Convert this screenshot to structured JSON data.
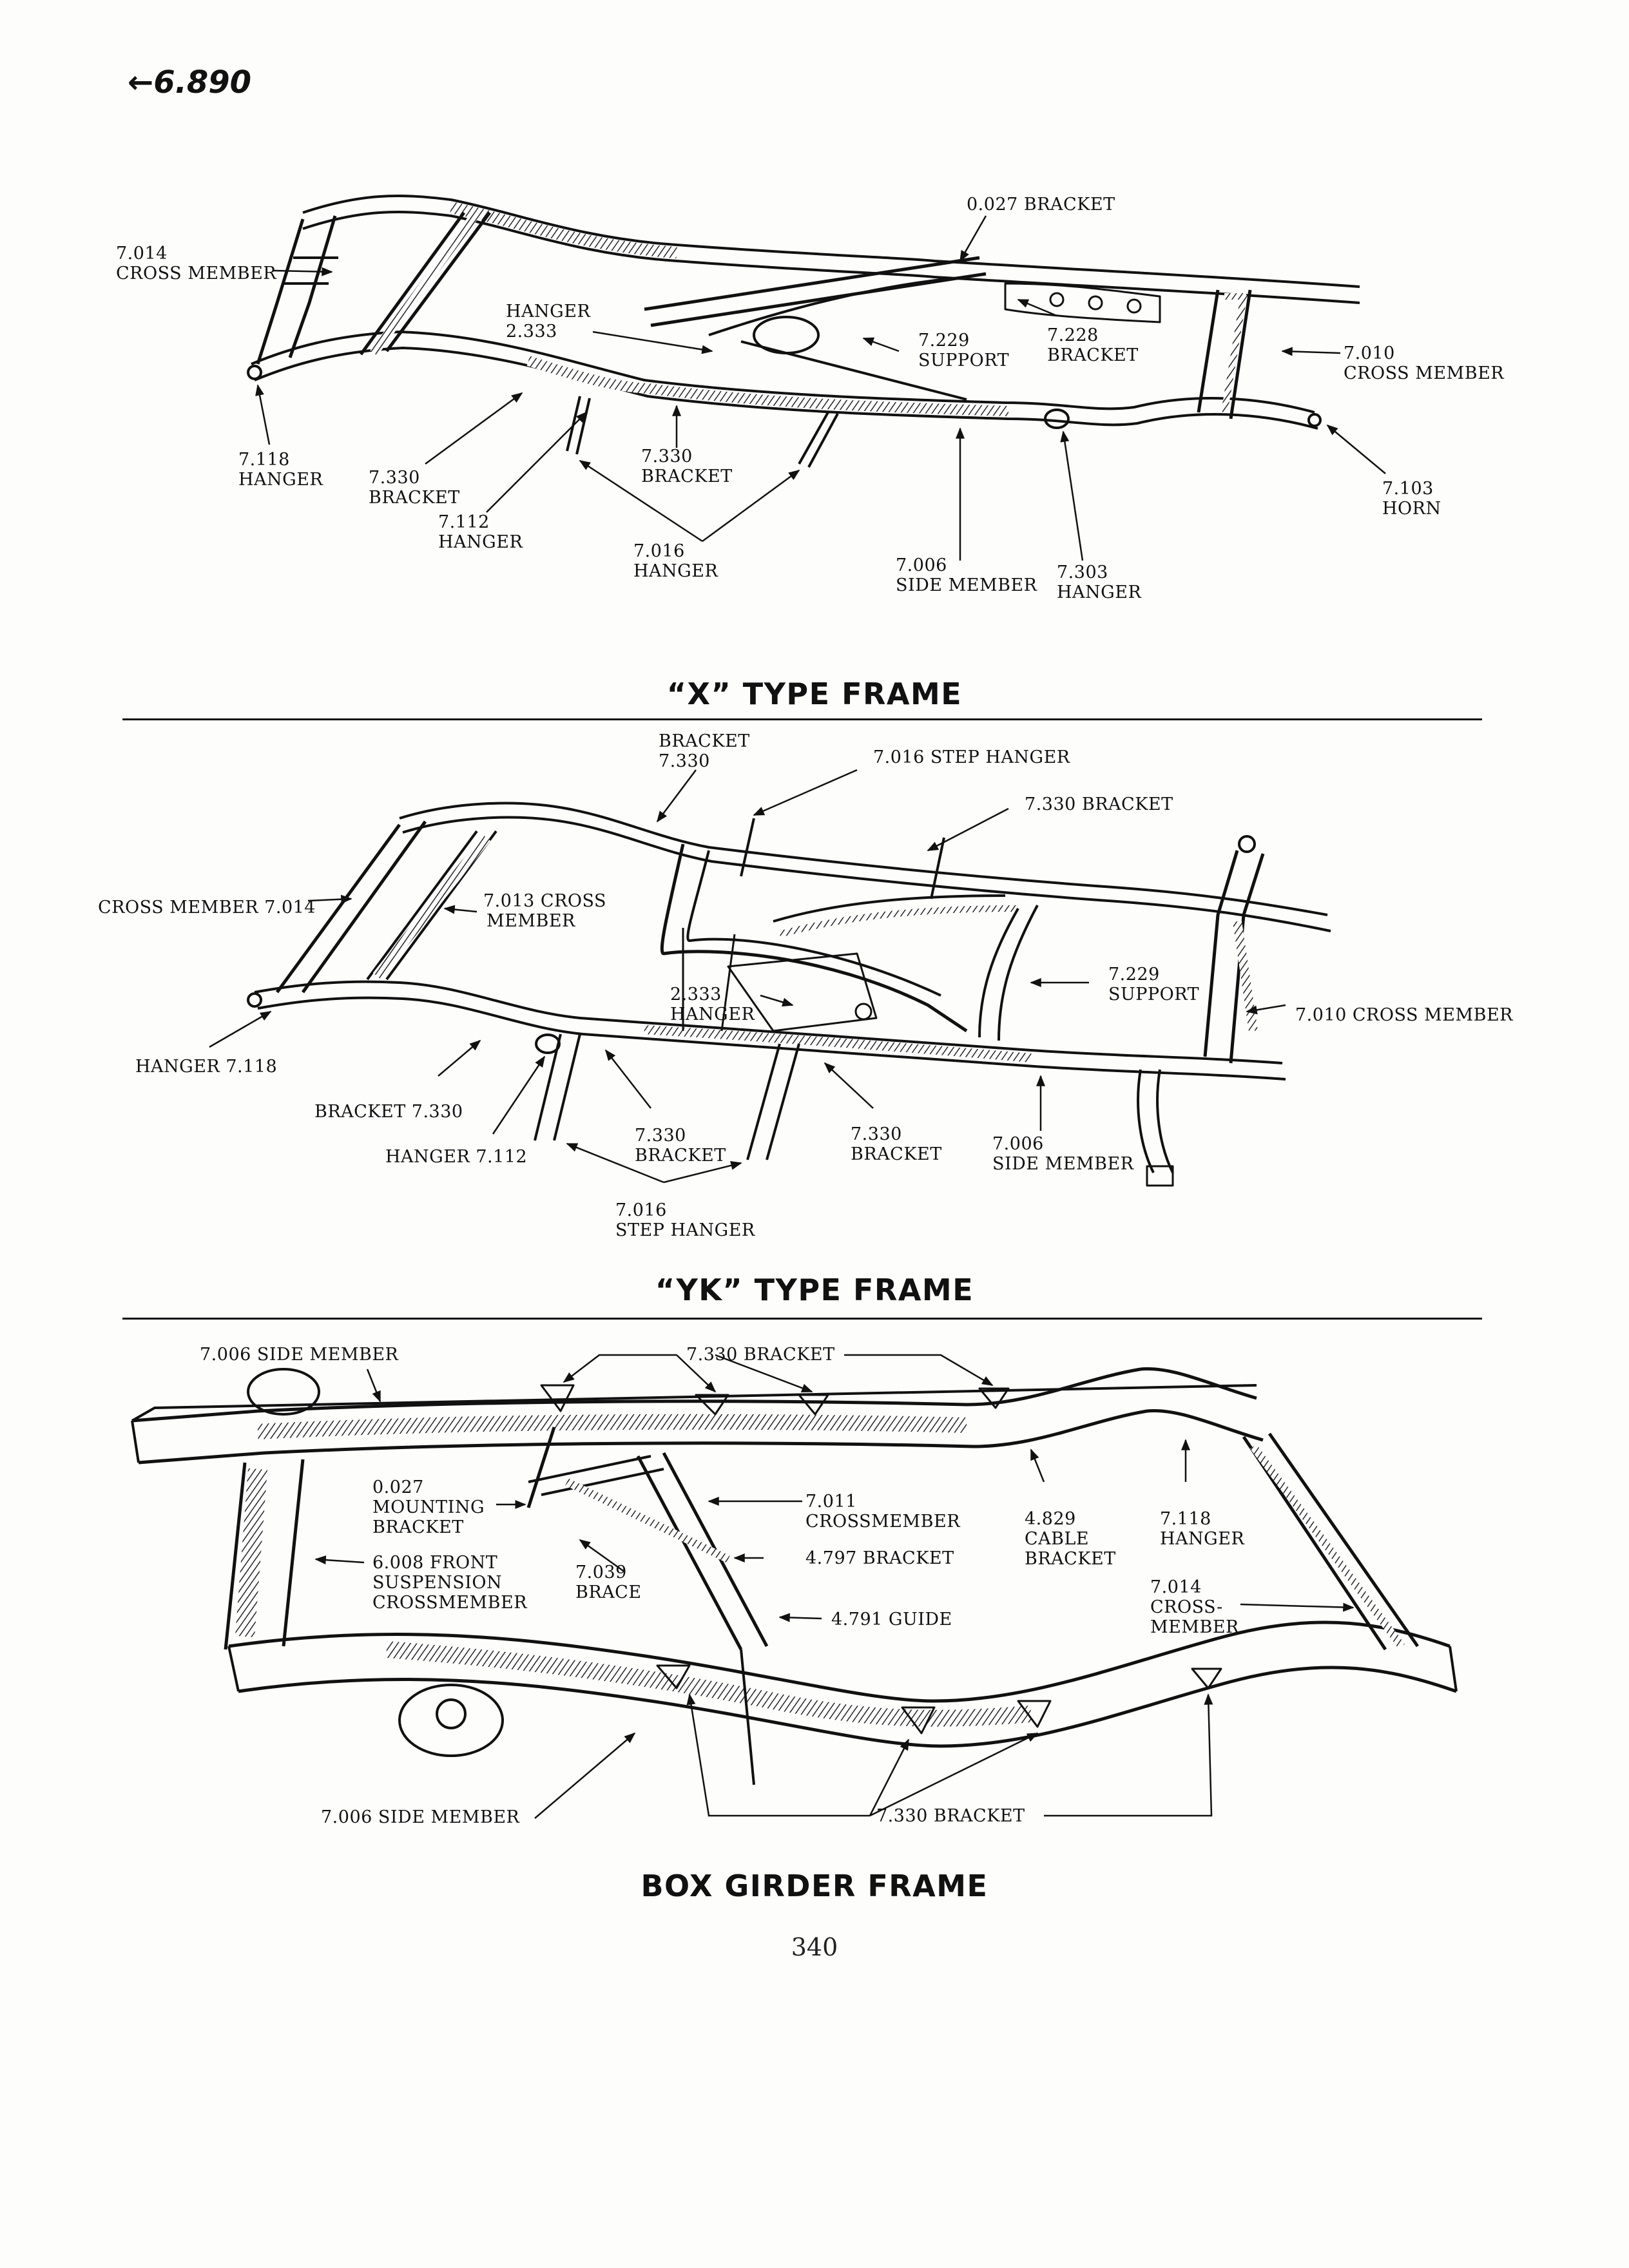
{
  "page_ref": "←6.890",
  "page_number": "340",
  "figures": [
    {
      "caption": "“X” TYPE FRAME",
      "labels": [
        {
          "id": "x-bracket-0027",
          "lines": [
            "0.027 BRACKET"
          ]
        },
        {
          "id": "x-cross-7014",
          "lines": [
            "7.014",
            "CROSS MEMBER"
          ]
        },
        {
          "id": "x-hanger-2333",
          "lines": [
            "HANGER",
            "2.333"
          ]
        },
        {
          "id": "x-support-7229",
          "lines": [
            "7.229",
            "SUPPORT"
          ]
        },
        {
          "id": "x-bracket-7228",
          "lines": [
            "7.228",
            "BRACKET"
          ]
        },
        {
          "id": "x-cross-7010",
          "lines": [
            "7.010",
            "CROSS MEMBER"
          ]
        },
        {
          "id": "x-hanger-7118",
          "lines": [
            "7.118",
            "HANGER"
          ]
        },
        {
          "id": "x-bracket-7330a",
          "lines": [
            "7.330",
            "BRACKET"
          ]
        },
        {
          "id": "x-bracket-7330b",
          "lines": [
            "7.330",
            "BRACKET"
          ]
        },
        {
          "id": "x-hanger-7112",
          "lines": [
            "7.112",
            "HANGER"
          ]
        },
        {
          "id": "x-hanger-7016",
          "lines": [
            "7.016",
            "HANGER"
          ]
        },
        {
          "id": "x-side-7006",
          "lines": [
            "7.006",
            "SIDE MEMBER"
          ]
        },
        {
          "id": "x-hanger-7303",
          "lines": [
            "7.303",
            "HANGER"
          ]
        },
        {
          "id": "x-horn-7103",
          "lines": [
            "7.103",
            "HORN"
          ]
        }
      ]
    },
    {
      "caption": "“YK” TYPE FRAME",
      "labels": [
        {
          "id": "yk-bracket-7330a",
          "lines": [
            "BRACKET",
            "7.330"
          ]
        },
        {
          "id": "yk-step-7016a",
          "lines": [
            "7.016 STEP HANGER"
          ]
        },
        {
          "id": "yk-bracket-7330b",
          "lines": [
            "7.330 BRACKET"
          ]
        },
        {
          "id": "yk-cross-7014",
          "lines": [
            "CROSS MEMBER 7.014"
          ]
        },
        {
          "id": "yk-cross-7013",
          "lines": [
            "7.013 CROSS",
            "MEMBER"
          ]
        },
        {
          "id": "yk-support-7229",
          "lines": [
            "7.229",
            "SUPPORT"
          ]
        },
        {
          "id": "yk-hanger-2333",
          "lines": [
            "2.333",
            "HANGER"
          ]
        },
        {
          "id": "yk-cross-7010",
          "lines": [
            "7.010 CROSS MEMBER"
          ]
        },
        {
          "id": "yk-hanger-7118",
          "lines": [
            "HANGER 7.118"
          ]
        },
        {
          "id": "yk-bracket-7330c",
          "lines": [
            "BRACKET 7.330"
          ]
        },
        {
          "id": "yk-hanger-7112",
          "lines": [
            "HANGER 7.112"
          ]
        },
        {
          "id": "yk-bracket-7330d",
          "lines": [
            "7.330",
            "BRACKET"
          ]
        },
        {
          "id": "yk-bracket-7330e",
          "lines": [
            "7.330",
            "BRACKET"
          ]
        },
        {
          "id": "yk-side-7006",
          "lines": [
            "7.006",
            "SIDE MEMBER"
          ]
        },
        {
          "id": "yk-step-7016b",
          "lines": [
            "7.016",
            "STEP HANGER"
          ]
        }
      ]
    },
    {
      "caption": "BOX GIRDER FRAME",
      "labels": [
        {
          "id": "bg-side-7006a",
          "lines": [
            "7.006 SIDE MEMBER"
          ]
        },
        {
          "id": "bg-bracket-7330a",
          "lines": [
            "7.330 BRACKET"
          ]
        },
        {
          "id": "bg-mount-0027",
          "lines": [
            "0.027",
            "MOUNTING",
            "BRACKET"
          ]
        },
        {
          "id": "bg-cross-7011",
          "lines": [
            "7.011",
            "CROSSMEMBER"
          ]
        },
        {
          "id": "bg-cable-4829",
          "lines": [
            "4.829",
            "CABLE",
            "BRACKET"
          ]
        },
        {
          "id": "bg-hanger-7118",
          "lines": [
            "7.118",
            "HANGER"
          ]
        },
        {
          "id": "bg-front-6008",
          "lines": [
            "6.008 FRONT",
            "SUSPENSION",
            "CROSSMEMBER"
          ]
        },
        {
          "id": "bg-brace-7039",
          "lines": [
            "7.039",
            "BRACE"
          ]
        },
        {
          "id": "bg-bracket-4797",
          "lines": [
            "4.797 BRACKET"
          ]
        },
        {
          "id": "bg-cross-7014",
          "lines": [
            "7.014",
            "CROSS-",
            "MEMBER"
          ]
        },
        {
          "id": "bg-guide-4791",
          "lines": [
            "4.791 GUIDE"
          ]
        },
        {
          "id": "bg-side-7006b",
          "lines": [
            "7.006 SIDE MEMBER"
          ]
        },
        {
          "id": "bg-bracket-7330b",
          "lines": [
            "7.330 BRACKET"
          ]
        }
      ]
    }
  ]
}
